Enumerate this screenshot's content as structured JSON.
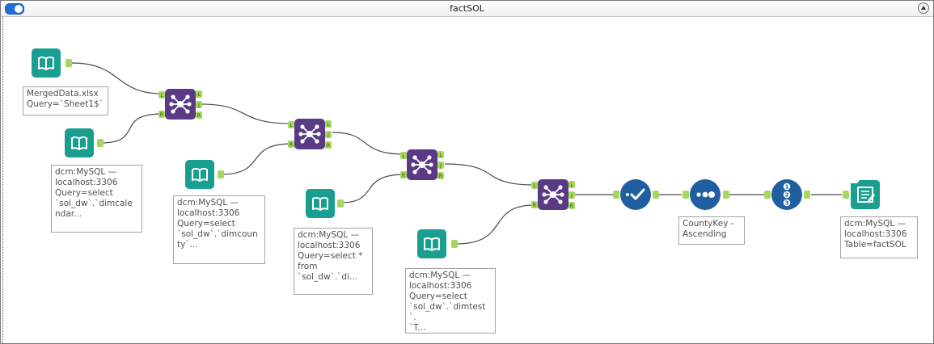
{
  "window": {
    "title": "factSOL"
  },
  "colors": {
    "input_tool": "#1a9e8f",
    "join_tool": "#5a3a84",
    "process_tool": "#1f5e9f",
    "anchor": "#a6d85e",
    "connection": "#4a4a4a"
  },
  "annotations": {
    "input1": "MergedData.xlsx\nQuery=`Sheet1$`",
    "input2": "dcm:MySQL —\nlocalhost:3306\nQuery=select\n`sol_dw`.`dimcale\nndar...",
    "input3": "dcm:MySQL —\nlocalhost:3306\nQuery=select\n`sol_dw`.`dimcoun\nty`...",
    "input4": "dcm:MySQL —\nlocalhost:3306\nQuery=select *\nfrom\n`sol_dw`.`di...",
    "input5": "dcm:MySQL —\nlocalhost:3306\nQuery=select\n`sol_dw`.`dimtest`.\n`T...",
    "sort": "CountyKey -\nAscending",
    "output": "dcm:MySQL —\nlocalhost:3306\nTable=factSOL"
  },
  "anchor_labels": {
    "left": "L",
    "join": "J",
    "right": "R"
  },
  "tools": {
    "input": "input-data-tool",
    "join": "join-tool",
    "select": "select-tool",
    "sort": "sort-tool",
    "record_id": "record-id-tool",
    "output": "output-data-tool"
  },
  "record_id_numbers": [
    "1",
    "2",
    "3"
  ]
}
